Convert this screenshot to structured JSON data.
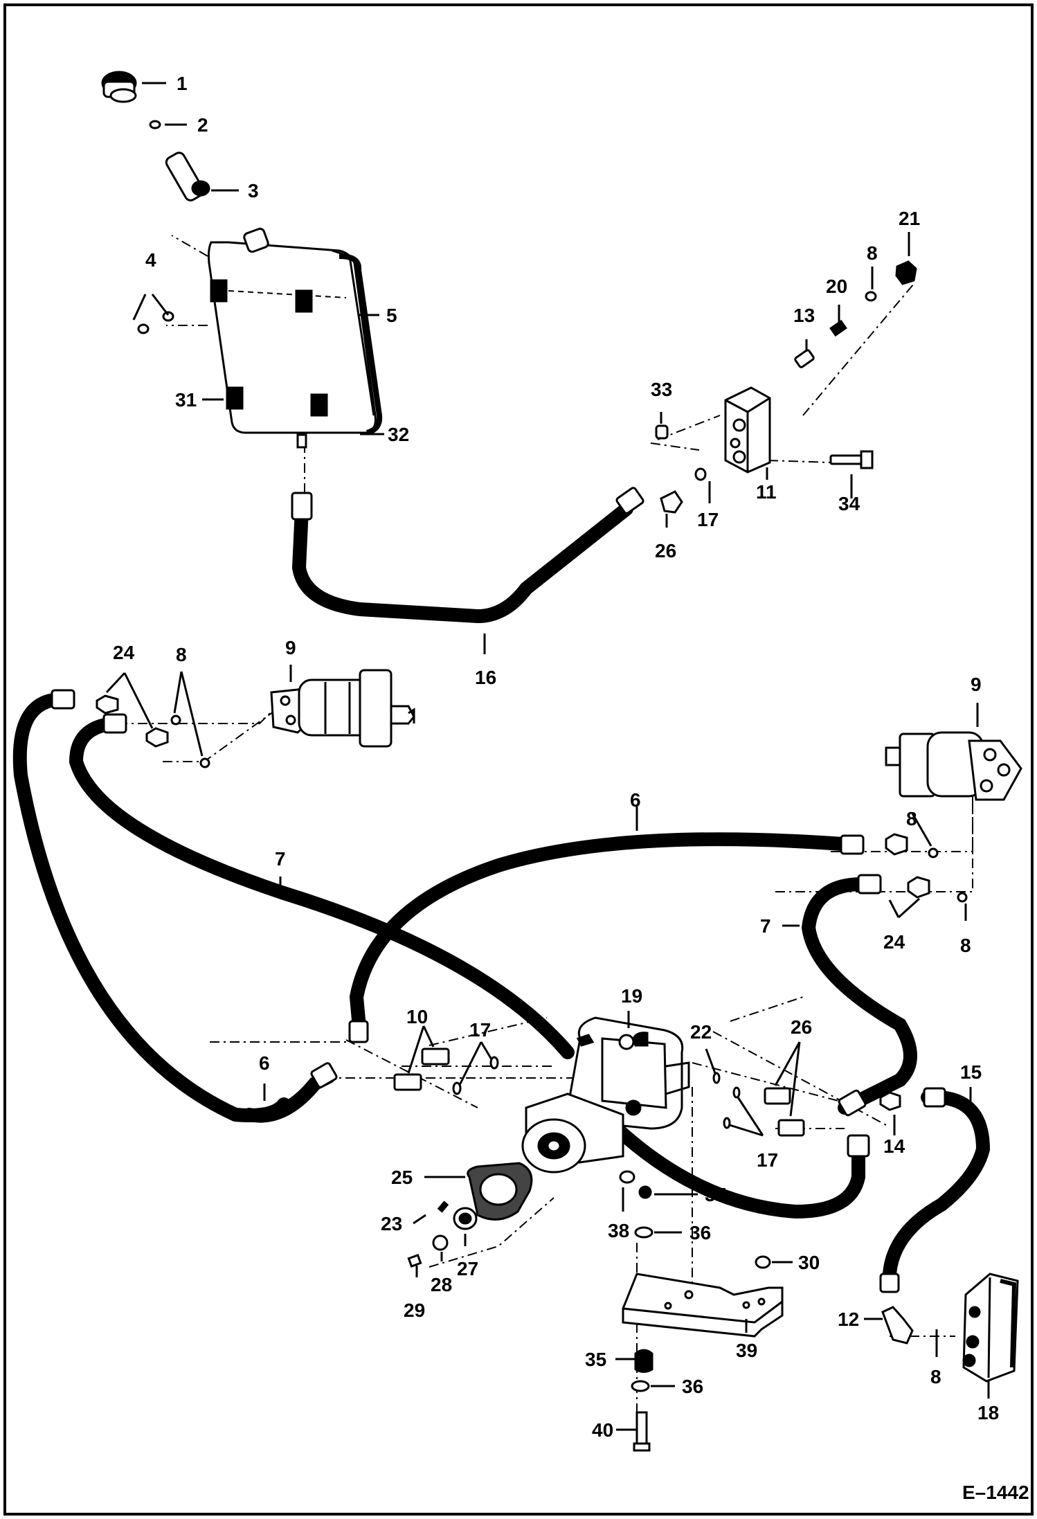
{
  "callouts": {
    "c1": "1",
    "c2": "2",
    "c3": "3",
    "c4": "4",
    "c5": "5",
    "c6a": "6",
    "c6b": "6",
    "c7a": "7",
    "c7b": "7",
    "c8a": "8",
    "c8b": "8",
    "c8c": "8",
    "c8d": "8",
    "c8e": "8",
    "c9a": "9",
    "c9b": "9",
    "c10": "10",
    "c11": "11",
    "c12": "12",
    "c13": "13",
    "c14": "14",
    "c15": "15",
    "c16": "16",
    "c17a": "17",
    "c17b": "17",
    "c17c": "17",
    "c18": "18",
    "c19": "19",
    "c20": "20",
    "c21": "21",
    "c22": "22",
    "c23": "23",
    "c24a": "24",
    "c24b": "24",
    "c25": "25",
    "c26a": "26",
    "c26b": "26",
    "c27": "27",
    "c28": "28",
    "c29": "29",
    "c30": "30",
    "c31": "31",
    "c32": "32",
    "c33": "33",
    "c34": "34",
    "c35": "35",
    "c36a": "36",
    "c36b": "36",
    "c37": "37",
    "c38": "38",
    "c39": "39",
    "c40": "40"
  },
  "figure_id": "E–1442"
}
